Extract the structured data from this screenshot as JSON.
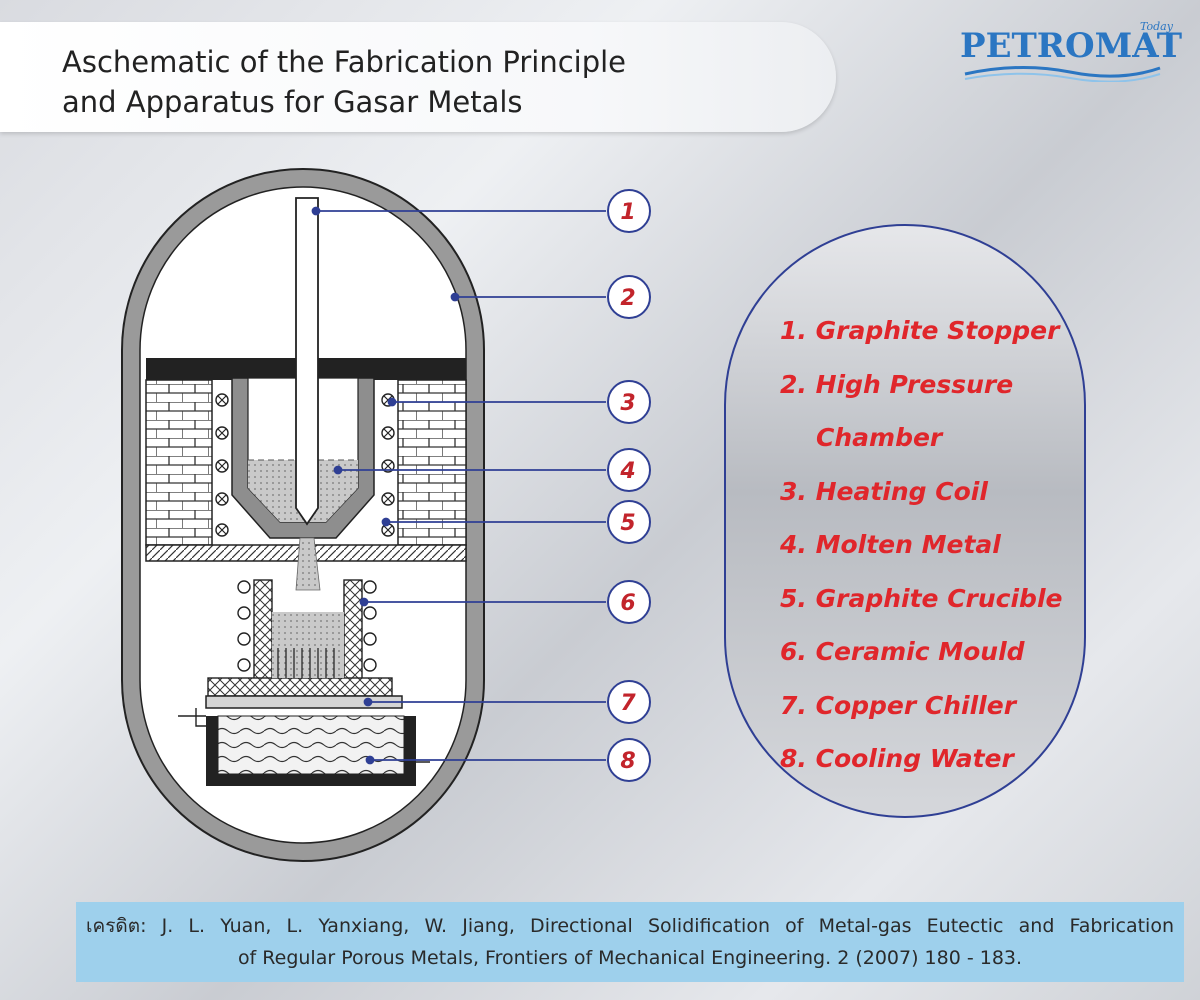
{
  "title": {
    "line1": "Aschematic of the Fabrication Principle",
    "line2": "and Apparatus for Gasar Metals"
  },
  "logo": {
    "name": "PETROMAT",
    "sub": "Today"
  },
  "diagram": {
    "callouts": [
      "1",
      "2",
      "3",
      "4",
      "5",
      "6",
      "7",
      "8"
    ]
  },
  "legend": {
    "items": [
      "1. Graphite Stopper",
      "2. High Pressure",
      "Chamber",
      "3. Heating Coil",
      "4. Molten Metal",
      "5. Graphite Crucible",
      "6. Ceramic Mould",
      "7. Copper Chiller",
      "8. Cooling Water"
    ]
  },
  "credit": {
    "line1": "เครดิต: J. L. Yuan, L. Yanxiang, W. Jiang, Directional Solidification of Metal-gas Eutectic and Fabrication",
    "line2": "of Regular Porous Metals, Frontiers of Mechanical Engineering. 2 (2007) 180 - 183."
  },
  "colors": {
    "accent": "#c2242b",
    "leader": "#2f3f94",
    "logo": "#2b76c2",
    "credit_bg": "#9ed0ec"
  }
}
